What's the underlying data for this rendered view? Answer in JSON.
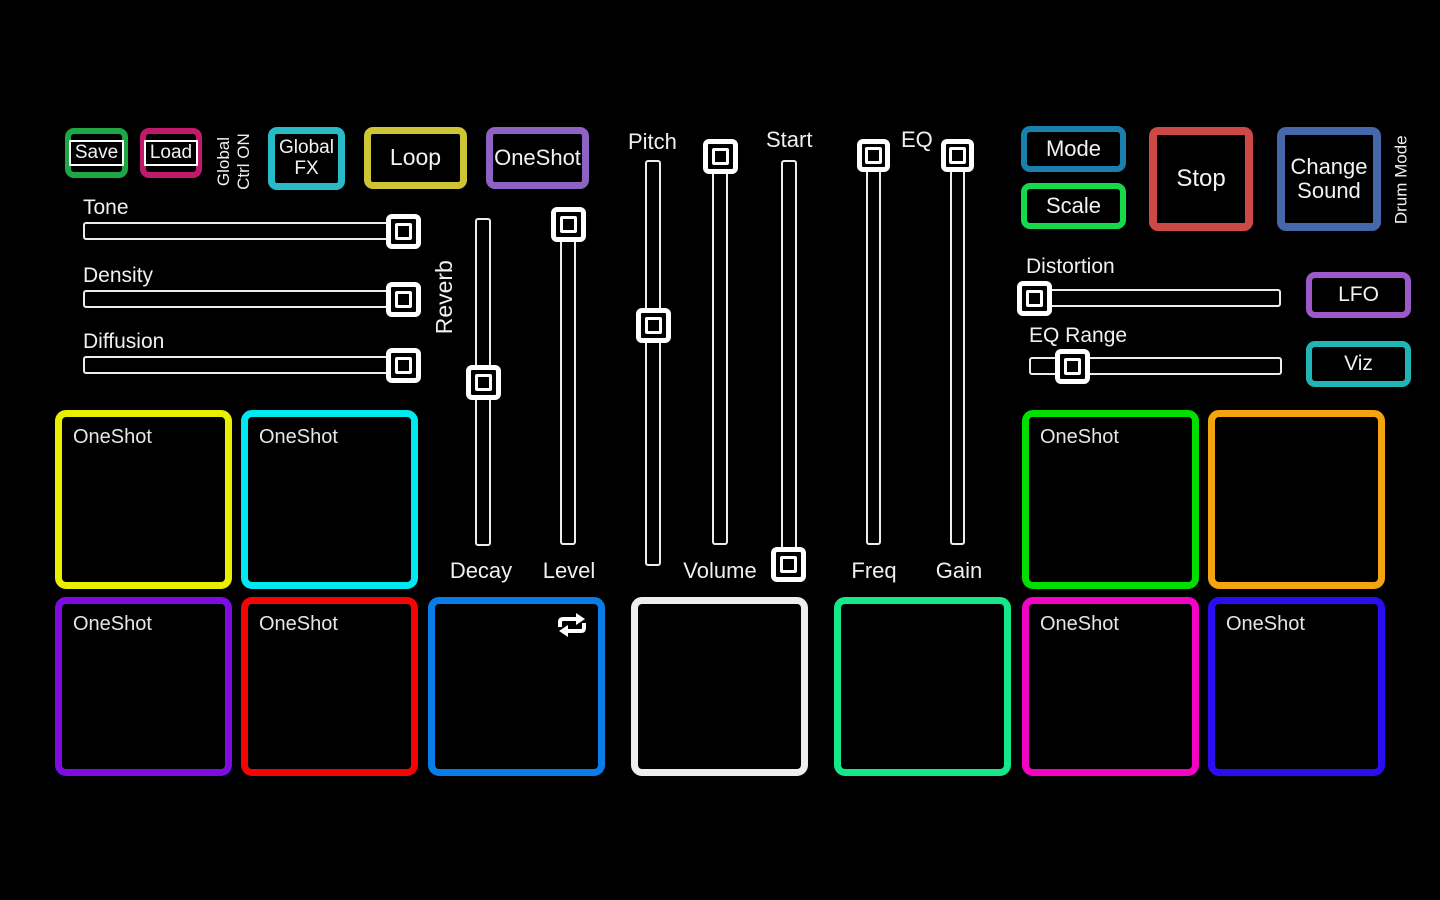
{
  "buttons": {
    "save": {
      "label": "Save",
      "color": "#1ea744"
    },
    "load": {
      "label": "Load",
      "color": "#c01a6c"
    },
    "global_fx": {
      "line1": "Global",
      "line2": "FX",
      "color": "#29bac8"
    },
    "loop": {
      "label": "Loop",
      "color": "#cdc436"
    },
    "oneshot": {
      "label": "OneShot",
      "color": "#8d62c3"
    },
    "mode": {
      "label": "Mode",
      "color": "#1b7fad"
    },
    "scale": {
      "label": "Scale",
      "color": "#17d94c"
    },
    "stop": {
      "label": "Stop",
      "color": "#cc4948"
    },
    "change_sound": {
      "line1": "Change",
      "line2": "Sound",
      "color": "#4767ab"
    },
    "lfo": {
      "label": "LFO",
      "color": "#9c59c9"
    },
    "viz": {
      "label": "Viz",
      "color": "#20b4b4"
    }
  },
  "labels": {
    "global_ctrl_line1": "Global",
    "global_ctrl_line2": "Ctrl ON",
    "drum_mode": "Drum Mode",
    "reverb": "Reverb",
    "eq": "EQ"
  },
  "sliders": {
    "tone": {
      "label": "Tone",
      "value_percent": 100
    },
    "density": {
      "label": "Density",
      "value_percent": 100
    },
    "diffusion": {
      "label": "Diffusion",
      "value_percent": 100
    },
    "decay": {
      "label": "Decay",
      "value_percent": 50
    },
    "level": {
      "label": "Level",
      "value_percent": 100
    },
    "pitch": {
      "label": "Pitch",
      "value_percent": 59
    },
    "volume": {
      "label": "Volume",
      "value_percent": 100
    },
    "start": {
      "label": "Start",
      "value_percent": 0
    },
    "freq": {
      "label": "Freq",
      "value_percent": 100
    },
    "gain": {
      "label": "Gain",
      "value_percent": 100
    },
    "distortion": {
      "label": "Distortion",
      "value_percent": 0
    },
    "eq_range": {
      "label": "EQ Range",
      "value_percent": 17
    }
  },
  "pads": [
    {
      "label": "OneShot",
      "color": "#e8f000"
    },
    {
      "label": "OneShot",
      "color": "#00e8f0"
    },
    {
      "label": "OneShot",
      "color": "#00df00"
    },
    {
      "label": "",
      "color": "#f2a50f"
    },
    {
      "label": "OneShot",
      "color": "#7c0ce2"
    },
    {
      "label": "OneShot",
      "color": "#f20505"
    },
    {
      "label": "",
      "color": "#0a7ce8",
      "icon": "loop-repeat-icon"
    },
    {
      "label": "",
      "color": "#eeeeee"
    },
    {
      "label": "",
      "color": "#14e88a"
    },
    {
      "label": "OneShot",
      "color": "#f203c4"
    },
    {
      "label": "OneShot",
      "color": "#2a0df0"
    }
  ]
}
